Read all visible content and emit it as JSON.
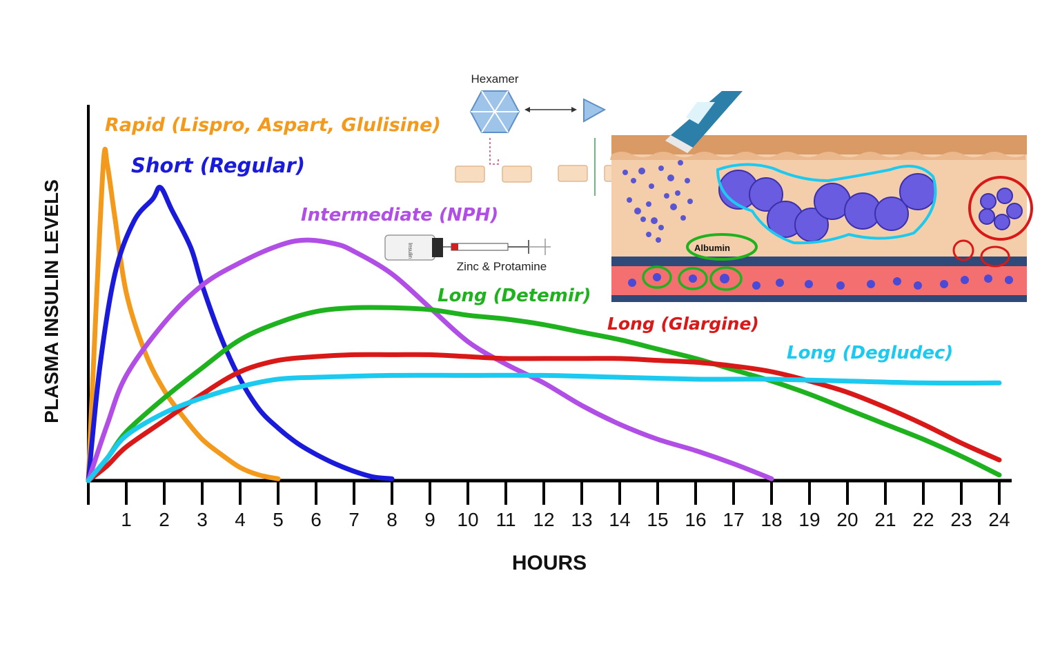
{
  "chart_data": {
    "type": "line",
    "title": "",
    "xlabel": "HOURS",
    "ylabel": "PLASMA INSULIN LEVELS",
    "xlim": [
      0,
      24
    ],
    "ylim": [
      0,
      100
    ],
    "x_ticks": [
      "1",
      "2",
      "3",
      "4",
      "5",
      "6",
      "7",
      "8",
      "9",
      "10",
      "11",
      "12",
      "13",
      "14",
      "15",
      "16",
      "17",
      "18",
      "19",
      "20",
      "21",
      "22",
      "23",
      "24"
    ],
    "grid": false,
    "y_ticks": false,
    "series": [
      {
        "name": "Rapid (Lispro, Aspart, Glulisine)",
        "color": "#f39a1c",
        "points": [
          [
            0,
            0
          ],
          [
            0.2,
            45
          ],
          [
            0.4,
            85
          ],
          [
            0.5,
            84
          ],
          [
            0.7,
            70
          ],
          [
            1,
            50
          ],
          [
            1.5,
            34
          ],
          [
            2,
            24
          ],
          [
            2.5,
            17
          ],
          [
            3,
            11
          ],
          [
            3.5,
            7
          ],
          [
            4,
            3.5
          ],
          [
            4.5,
            1.5
          ],
          [
            5,
            0.5
          ]
        ]
      },
      {
        "name": "Short (Regular)",
        "color": "#1a1adb",
        "points": [
          [
            0,
            0
          ],
          [
            0.3,
            30
          ],
          [
            0.7,
            55
          ],
          [
            1.2,
            69
          ],
          [
            1.7,
            75
          ],
          [
            1.9,
            78
          ],
          [
            2.2,
            72
          ],
          [
            2.7,
            62
          ],
          [
            3,
            52
          ],
          [
            3.5,
            38
          ],
          [
            4,
            27
          ],
          [
            4.5,
            19
          ],
          [
            5,
            14
          ],
          [
            5.5,
            10
          ],
          [
            6,
            7
          ],
          [
            6.5,
            4.5
          ],
          [
            7,
            2.5
          ],
          [
            7.5,
            1
          ],
          [
            8,
            0.5
          ]
        ]
      },
      {
        "name": "Intermediate (NPH)",
        "color": "#b04ee6",
        "points": [
          [
            0,
            0
          ],
          [
            0.5,
            15
          ],
          [
            1,
            28
          ],
          [
            2,
            42
          ],
          [
            3,
            52
          ],
          [
            4,
            58
          ],
          [
            5,
            62.5
          ],
          [
            5.7,
            64
          ],
          [
            6.5,
            63
          ],
          [
            7,
            61
          ],
          [
            8,
            55
          ],
          [
            9,
            46
          ],
          [
            10,
            37
          ],
          [
            11,
            31
          ],
          [
            12,
            26
          ],
          [
            13,
            20
          ],
          [
            14,
            15
          ],
          [
            15,
            11
          ],
          [
            16,
            8
          ],
          [
            17,
            4.5
          ],
          [
            18,
            0.5
          ]
        ]
      },
      {
        "name": "Long (Detemir)",
        "color": "#1fb21f",
        "points": [
          [
            0,
            0
          ],
          [
            0.5,
            6
          ],
          [
            1,
            13
          ],
          [
            2,
            22
          ],
          [
            3,
            30
          ],
          [
            4,
            37.5
          ],
          [
            5,
            42
          ],
          [
            6,
            45
          ],
          [
            7,
            46
          ],
          [
            8,
            46
          ],
          [
            9,
            45.5
          ],
          [
            10,
            44
          ],
          [
            11,
            43
          ],
          [
            12,
            41.5
          ],
          [
            13,
            39.5
          ],
          [
            14,
            37.5
          ],
          [
            15,
            35
          ],
          [
            16,
            32.5
          ],
          [
            17,
            29.5
          ],
          [
            18,
            26.5
          ],
          [
            19,
            23
          ],
          [
            20,
            19
          ],
          [
            21,
            15
          ],
          [
            22,
            11
          ],
          [
            23,
            6.5
          ],
          [
            24,
            1.5
          ]
        ]
      },
      {
        "name": "Long (Glargine)",
        "color": "#d91818",
        "points": [
          [
            0,
            0
          ],
          [
            0.5,
            4
          ],
          [
            1,
            9
          ],
          [
            2,
            16
          ],
          [
            3,
            23
          ],
          [
            4,
            29
          ],
          [
            5,
            32
          ],
          [
            6,
            33
          ],
          [
            7,
            33.5
          ],
          [
            8,
            33.5
          ],
          [
            9,
            33.5
          ],
          [
            10,
            33
          ],
          [
            11,
            32.5
          ],
          [
            12,
            32.5
          ],
          [
            13,
            32.5
          ],
          [
            14,
            32.5
          ],
          [
            15,
            32
          ],
          [
            16,
            31.5
          ],
          [
            17,
            30.5
          ],
          [
            18,
            29
          ],
          [
            19,
            26.5
          ],
          [
            20,
            23.5
          ],
          [
            21,
            19.5
          ],
          [
            22,
            15
          ],
          [
            23,
            10
          ],
          [
            24,
            5.5
          ]
        ]
      },
      {
        "name": "Long (Degludec)",
        "color": "#1ccaf0",
        "points": [
          [
            0,
            0
          ],
          [
            0.5,
            6
          ],
          [
            1,
            12
          ],
          [
            2,
            18
          ],
          [
            3,
            22
          ],
          [
            4,
            25
          ],
          [
            5,
            27
          ],
          [
            6,
            27.5
          ],
          [
            8,
            28
          ],
          [
            10,
            28
          ],
          [
            12,
            28
          ],
          [
            14,
            27.5
          ],
          [
            16,
            27
          ],
          [
            17,
            27
          ],
          [
            18,
            27
          ],
          [
            20,
            26.5
          ],
          [
            22,
            26
          ],
          [
            24,
            26
          ]
        ]
      }
    ]
  },
  "inset": {
    "hexamer_label": "Hexamer",
    "vial_label": "Insulin",
    "zinc_label": "Zinc & Protamine",
    "albumin_label": "Albumin"
  }
}
